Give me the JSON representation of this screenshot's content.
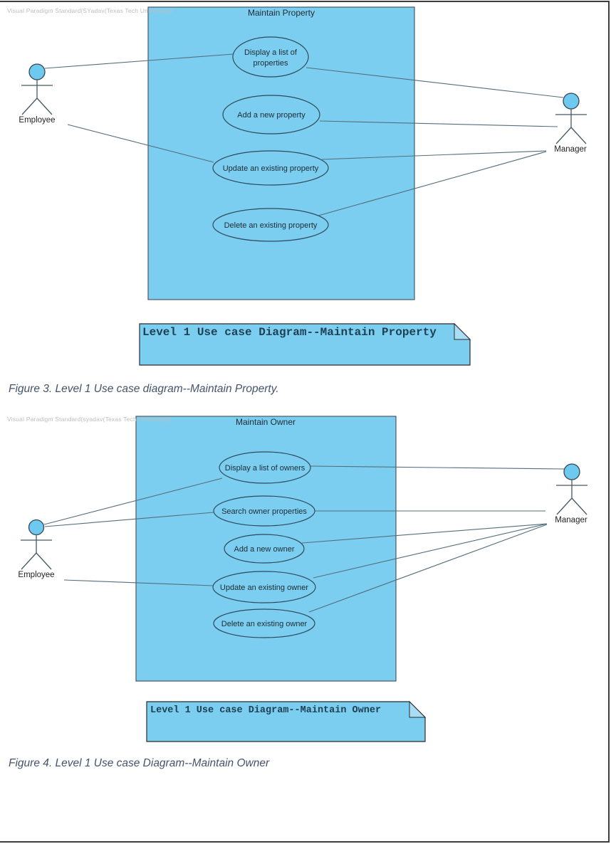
{
  "colors": {
    "shape_fill": "#7CCEF1",
    "shape_stroke": "#2E4A5A",
    "boundary_stroke": "#455A64",
    "association_line": "#546E7A",
    "note_text": "#1E4053",
    "caption_text": "#44546A",
    "watermark_text": "#BDBDBD",
    "page_border": "#3D3D3D"
  },
  "diagram1": {
    "watermark": "Visual Paradigm Standard(SYadav(Texas Tech University))",
    "system": {
      "title": "Maintain Property"
    },
    "usecases": [
      {
        "lines": [
          "Display a list of",
          "properties"
        ]
      },
      {
        "lines": [
          "Add a new property"
        ]
      },
      {
        "lines": [
          "Update an existing property"
        ]
      },
      {
        "lines": [
          "Delete an existing property"
        ]
      }
    ],
    "actors": {
      "left": "Employee",
      "right": "Manager"
    },
    "note": "Level 1 Use case Diagram--Maintain Property",
    "caption": "Figure 3. Level 1 Use case diagram--Maintain Property."
  },
  "diagram2": {
    "watermark": "Visual Paradigm Standard(syadav(Texas Tech University))",
    "system": {
      "title": "Maintain Owner"
    },
    "usecases": [
      {
        "lines": [
          "Display a list of owners"
        ]
      },
      {
        "lines": [
          "Search owner properties"
        ]
      },
      {
        "lines": [
          "Add a new owner"
        ]
      },
      {
        "lines": [
          "Update an existing owner"
        ]
      },
      {
        "lines": [
          "Delete an existing owner"
        ]
      }
    ],
    "actors": {
      "left": "Employee",
      "right": "Manager"
    },
    "note": "Level 1 Use case Diagram--Maintain Owner",
    "caption": "Figure 4. Level 1 Use case Diagram--Maintain Owner"
  }
}
